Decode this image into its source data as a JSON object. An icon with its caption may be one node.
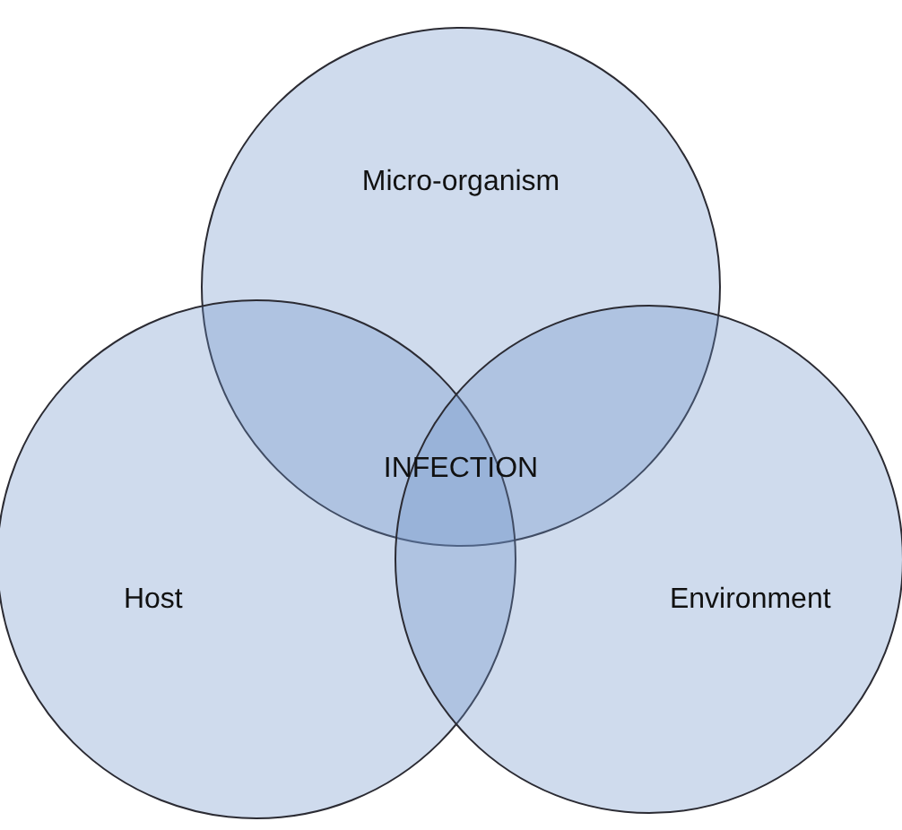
{
  "diagram": {
    "nodes": [
      {
        "text": [
          "Micro-organism"
        ]
      },
      {
        "text": [
          "Host"
        ]
      },
      {
        "text": [
          "Environment"
        ]
      }
    ],
    "edges": [],
    "labels": [
      "INFECTION"
    ]
  }
}
